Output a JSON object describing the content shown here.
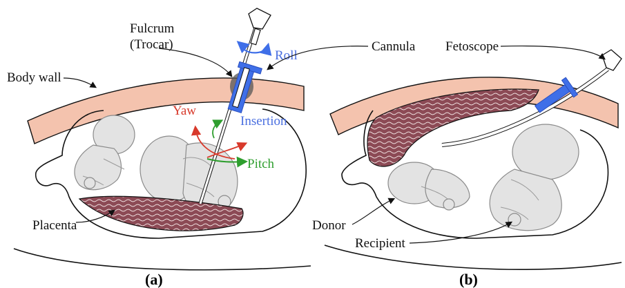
{
  "panel_a": {
    "labels": {
      "fulcrum_line1": "Fulcrum",
      "fulcrum_line2": "(Trocar)",
      "roll": "Roll",
      "body_wall": "Body wall",
      "yaw": "Yaw",
      "insertion": "Insertion",
      "pitch": "Pitch",
      "placenta": "Placenta"
    },
    "caption": "(a)"
  },
  "panel_b": {
    "labels": {
      "cannula": "Cannula",
      "fetoscope": "Fetoscope",
      "donor": "Donor",
      "recipient": "Recipient"
    },
    "caption": "(b)"
  },
  "colors": {
    "body_wall": "#f4c3ae",
    "placenta": "#8c4a55",
    "instrument_blue": "#3f6fe8",
    "yaw_red": "#d8392b",
    "pitch_green": "#2e9e2e",
    "trocar_gray": "#555555"
  }
}
